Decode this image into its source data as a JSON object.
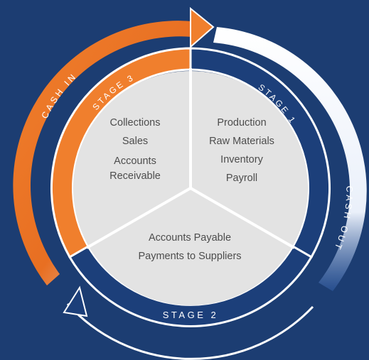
{
  "colors": {
    "background": "#1c3d72",
    "navy_ring": "#1c3f7a",
    "orange_ring": "#f07f2d",
    "center": "#e3e3e3",
    "divider": "#ffffff",
    "section_text": "#4d4d4d"
  },
  "outer_labels": {
    "cash_in": "CASH IN",
    "cash_out": "CASH OUT"
  },
  "stages": [
    {
      "label": "STAGE 1",
      "color": "#1c3f7a",
      "items": [
        "Production",
        "Raw Materials",
        "Inventory",
        "Payroll"
      ]
    },
    {
      "label": "STAGE 2",
      "color": "#1c3f7a",
      "items": [
        "Accounts Payable",
        "Payments to Suppliers"
      ]
    },
    {
      "label": "STAGE 3",
      "color": "#f07f2d",
      "items": [
        "Collections",
        "Sales",
        "Accounts",
        "Receivable"
      ]
    }
  ],
  "icons": [
    "arrow-head-icon",
    "arrow-head-icon"
  ]
}
